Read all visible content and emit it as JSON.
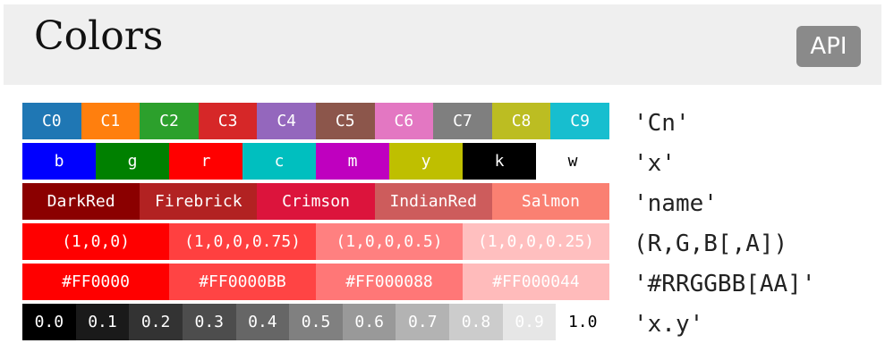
{
  "header": {
    "title": "Colors",
    "api_label": "API"
  },
  "rows": [
    [
      {
        "text": "C0",
        "bg": "#1f77b4",
        "fg": "#ffffff"
      },
      {
        "text": "C1",
        "bg": "#ff7f0e",
        "fg": "#ffffff"
      },
      {
        "text": "C2",
        "bg": "#2ca02c",
        "fg": "#ffffff"
      },
      {
        "text": "C3",
        "bg": "#d62728",
        "fg": "#ffffff"
      },
      {
        "text": "C4",
        "bg": "#9467bd",
        "fg": "#ffffff"
      },
      {
        "text": "C5",
        "bg": "#8c564b",
        "fg": "#ffffff"
      },
      {
        "text": "C6",
        "bg": "#e377c2",
        "fg": "#ffffff"
      },
      {
        "text": "C7",
        "bg": "#7f7f7f",
        "fg": "#ffffff"
      },
      {
        "text": "C8",
        "bg": "#bcbd22",
        "fg": "#ffffff"
      },
      {
        "text": "C9",
        "bg": "#17becf",
        "fg": "#ffffff"
      }
    ],
    [
      {
        "text": "b",
        "bg": "#0000ff",
        "fg": "#ffffff"
      },
      {
        "text": "g",
        "bg": "#008000",
        "fg": "#ffffff"
      },
      {
        "text": "r",
        "bg": "#ff0000",
        "fg": "#ffffff"
      },
      {
        "text": "c",
        "bg": "#00bfbf",
        "fg": "#ffffff"
      },
      {
        "text": "m",
        "bg": "#bf00bf",
        "fg": "#ffffff"
      },
      {
        "text": "y",
        "bg": "#bfbf00",
        "fg": "#ffffff"
      },
      {
        "text": "k",
        "bg": "#000000",
        "fg": "#ffffff"
      },
      {
        "text": "w",
        "bg": "#ffffff",
        "fg": "#000000"
      }
    ],
    [
      {
        "text": "DarkRed",
        "bg": "#8b0000",
        "fg": "#ffffff"
      },
      {
        "text": "Firebrick",
        "bg": "#b22222",
        "fg": "#ffffff"
      },
      {
        "text": "Crimson",
        "bg": "#dc143c",
        "fg": "#ffffff"
      },
      {
        "text": "IndianRed",
        "bg": "#cd5c5c",
        "fg": "#ffffff"
      },
      {
        "text": "Salmon",
        "bg": "#fa8072",
        "fg": "#ffffff"
      }
    ],
    [
      {
        "text": "(1,0,0)",
        "bg": "#ff0000",
        "fg": "#ffffff"
      },
      {
        "text": "(1,0,0,0.75)",
        "bg": "#ff4040",
        "fg": "#ffffff"
      },
      {
        "text": "(1,0,0,0.5)",
        "bg": "#ff8080",
        "fg": "#ffffff"
      },
      {
        "text": "(1,0,0,0.25)",
        "bg": "#ffbfbf",
        "fg": "#ffffff"
      }
    ],
    [
      {
        "text": "#FF0000",
        "bg": "#ff0000",
        "fg": "#ffffff"
      },
      {
        "text": "#FF0000BB",
        "bg": "#ff4444",
        "fg": "#ffffff"
      },
      {
        "text": "#FF000088",
        "bg": "#ff7777",
        "fg": "#ffffff"
      },
      {
        "text": "#FF000044",
        "bg": "#ffbbbb",
        "fg": "#ffffff"
      }
    ],
    [
      {
        "text": "0.0",
        "bg": "#000000",
        "fg": "#ffffff"
      },
      {
        "text": "0.1",
        "bg": "#1a1a1a",
        "fg": "#ffffff"
      },
      {
        "text": "0.2",
        "bg": "#333333",
        "fg": "#ffffff"
      },
      {
        "text": "0.3",
        "bg": "#4d4d4d",
        "fg": "#ffffff"
      },
      {
        "text": "0.4",
        "bg": "#666666",
        "fg": "#ffffff"
      },
      {
        "text": "0.5",
        "bg": "#808080",
        "fg": "#ffffff"
      },
      {
        "text": "0.6",
        "bg": "#999999",
        "fg": "#ffffff"
      },
      {
        "text": "0.7",
        "bg": "#b3b3b3",
        "fg": "#ffffff"
      },
      {
        "text": "0.8",
        "bg": "#cccccc",
        "fg": "#ffffff"
      },
      {
        "text": "0.9",
        "bg": "#e6e6e6",
        "fg": "#ffffff"
      },
      {
        "text": "1.0",
        "bg": "#ffffff",
        "fg": "#000000"
      }
    ]
  ],
  "labels": [
    "'Cn'",
    "'x'",
    "'name'",
    "(R,G,B[,A])",
    "'#RRGGBB[AA]'",
    "'x.y'"
  ]
}
